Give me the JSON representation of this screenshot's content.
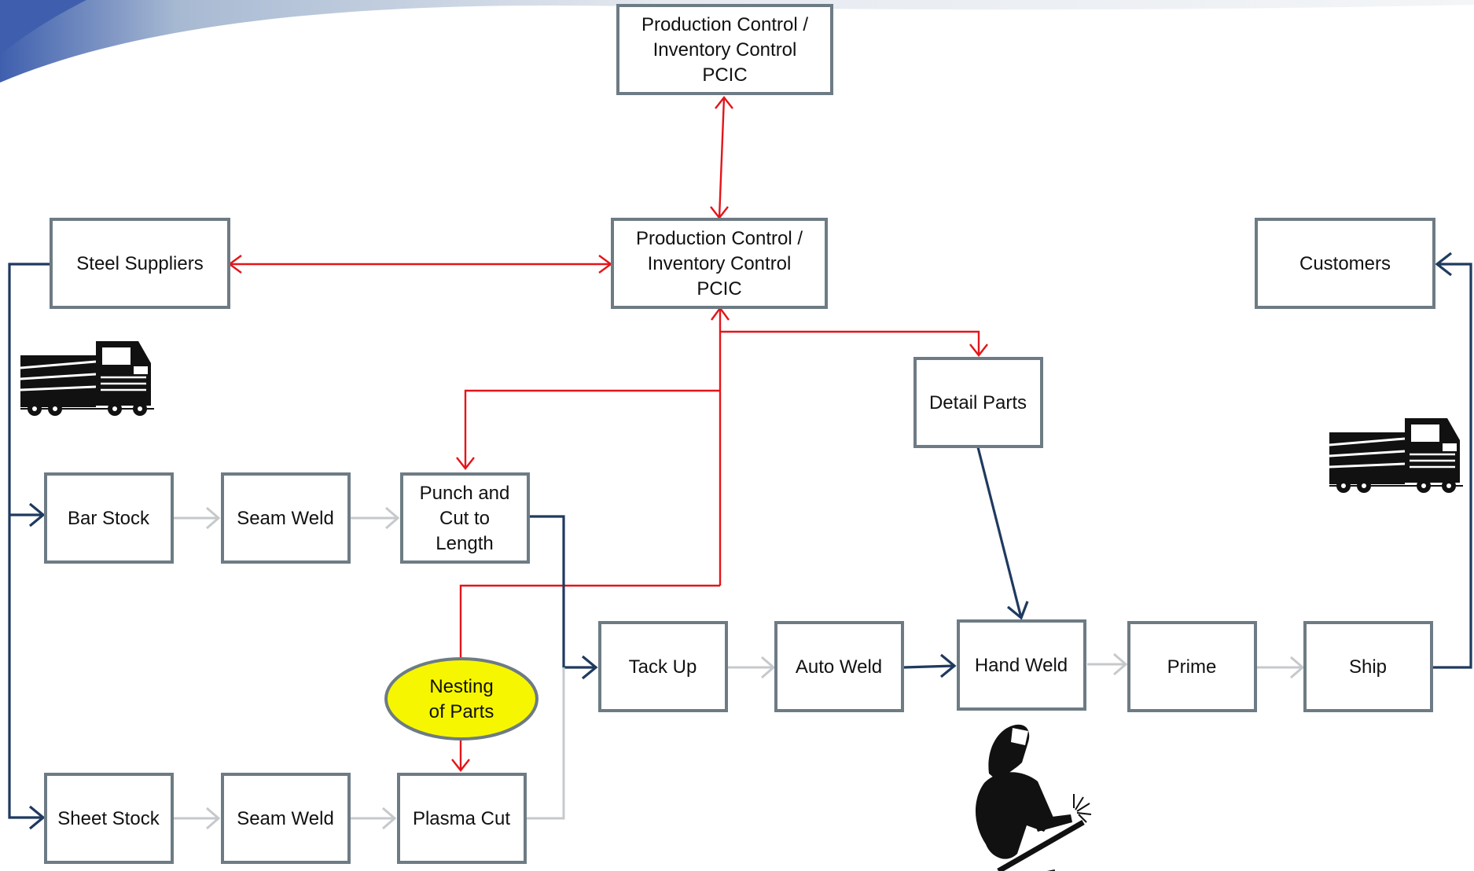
{
  "colors": {
    "box_border": "#6d7b84",
    "info_flow": "#e3151a",
    "material_flow": "#1f3a5f",
    "process_flow": "#c6c9cc",
    "nesting_fill": "#f6f600",
    "banner": "#3f5fae"
  },
  "nodes": {
    "pcic_top": [
      "Production Control /",
      "Inventory Control",
      "PCIC"
    ],
    "pcic_main": [
      "Production Control /",
      "Inventory Control",
      "PCIC"
    ],
    "steel_suppliers": [
      "Steel Suppliers"
    ],
    "customers": [
      "Customers"
    ],
    "detail_parts": [
      "Detail Parts"
    ],
    "bar_stock": [
      "Bar Stock"
    ],
    "seam_weld_1": [
      "Seam Weld"
    ],
    "punch_cut": [
      "Punch and",
      "Cut to",
      "Length"
    ],
    "sheet_stock": [
      "Sheet Stock"
    ],
    "seam_weld_2": [
      "Seam Weld"
    ],
    "plasma_cut": [
      "Plasma Cut"
    ],
    "tack_up": [
      "Tack Up"
    ],
    "auto_weld": [
      "Auto Weld"
    ],
    "hand_weld": [
      "Hand Weld"
    ],
    "prime": [
      "Prime"
    ],
    "ship": [
      "Ship"
    ],
    "nesting": [
      "Nesting",
      "of Parts"
    ]
  },
  "icons": [
    "truck-icon",
    "truck-icon",
    "welder-icon"
  ]
}
